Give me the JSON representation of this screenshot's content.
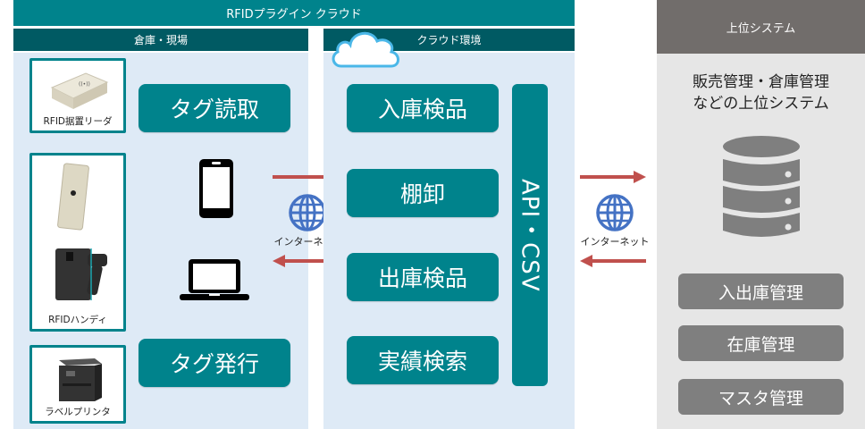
{
  "banner": {
    "title": "RFIDプラグイン クラウド"
  },
  "warehouse": {
    "header": "倉庫・現場",
    "devices": [
      {
        "label": "RFID据置リーダ",
        "icon": "fixed-reader-image"
      },
      {
        "label": "RFIDハンディ",
        "icon": "handheld-reader-image"
      },
      {
        "label": "ラベルプリンタ",
        "icon": "label-printer-image"
      }
    ],
    "actions": {
      "read": "タグ読取",
      "issue": "タグ発行"
    },
    "terminals": [
      "smartphone-icon",
      "laptop-icon"
    ]
  },
  "cloud": {
    "header": "クラウド環境",
    "functions": [
      "入庫検品",
      "棚卸",
      "出庫検品",
      "実績検索"
    ],
    "api_label": "API・CSV"
  },
  "connections": [
    {
      "label": "インターネット",
      "icon": "globe-icon"
    },
    {
      "label": "インターネット",
      "icon": "globe-icon"
    }
  ],
  "host_system": {
    "header": "上位システム",
    "description": [
      "販売管理・倉庫管理",
      "などの上位システム"
    ],
    "icon": "database-icon",
    "modules": [
      "入出庫管理",
      "在庫管理",
      "マスタ管理"
    ]
  },
  "colors": {
    "teal": "#00838c",
    "dark_teal": "#005a63",
    "panel": "#deeaf6",
    "arrow": "#c0504d",
    "globe": "#4472c4",
    "gray_header": "#716d6b",
    "gray_button": "#7f7f7f"
  }
}
